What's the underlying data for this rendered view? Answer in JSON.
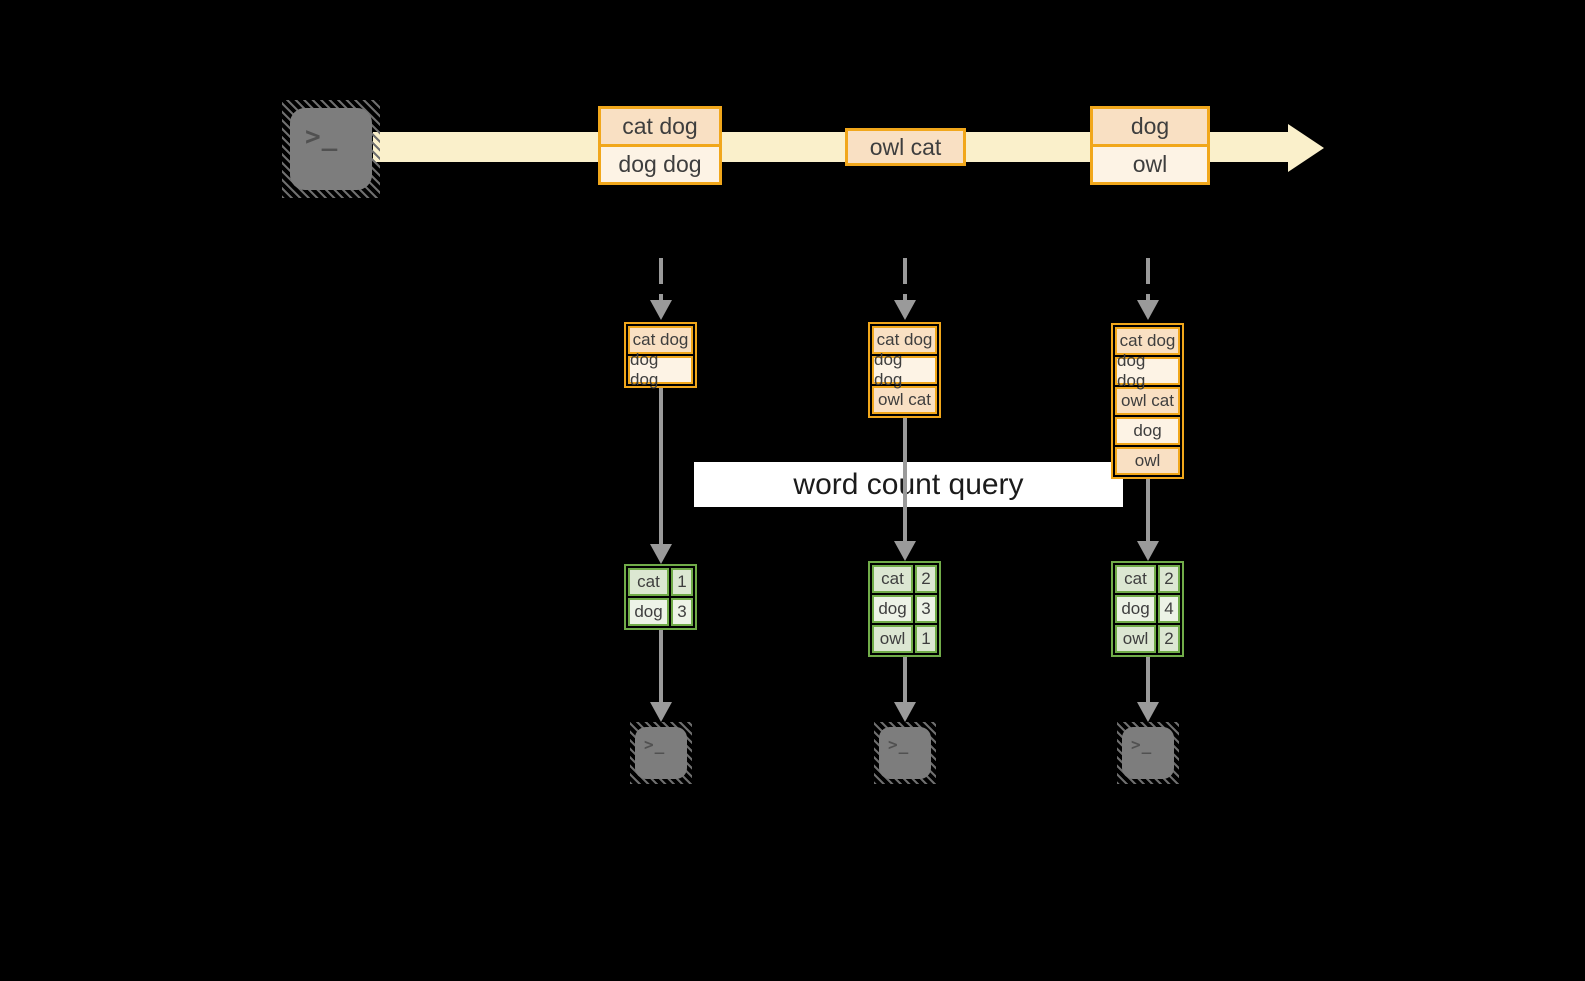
{
  "banner": {
    "label": "word count query"
  },
  "icons": {
    "terminal_prompt": ">_",
    "source_icon": "terminal-icon",
    "sink_icon": "terminal-icon",
    "flow_icons": [
      "dashed-down-arrow-icon",
      "down-arrow-icon",
      "right-arrow-icon"
    ]
  },
  "colors": {
    "background": "#000000",
    "stream_arrow": "#FAF0CB",
    "event_border": "#F1A71B",
    "event_fill_dark": "#F9E0C3",
    "event_fill_light": "#FDF3E5",
    "table_border": "#71AC49",
    "table_row_dark": "#DCE7D2",
    "table_row_light": "#EDF3E7",
    "gray_arrow": "#9A9A9A",
    "terminal_gray": "#7D7D7D",
    "banner_bg": "#FFFFFF",
    "text": "#3E3E3E"
  },
  "stream": {
    "events": [
      {
        "lines": [
          "cat dog",
          "dog dog"
        ]
      },
      {
        "lines": [
          "owl cat"
        ]
      },
      {
        "lines": [
          "dog",
          "owl"
        ]
      }
    ]
  },
  "pipelines": [
    {
      "buffer": [
        "cat dog",
        "dog dog"
      ],
      "counts": [
        {
          "word": "cat",
          "count": "1"
        },
        {
          "word": "dog",
          "count": "3"
        }
      ]
    },
    {
      "buffer": [
        "cat dog",
        "dog dog",
        "owl cat"
      ],
      "counts": [
        {
          "word": "cat",
          "count": "2"
        },
        {
          "word": "dog",
          "count": "3"
        },
        {
          "word": "owl",
          "count": "1"
        }
      ]
    },
    {
      "buffer": [
        "cat dog",
        "dog dog",
        "owl cat",
        "dog",
        "owl"
      ],
      "counts": [
        {
          "word": "cat",
          "count": "2"
        },
        {
          "word": "dog",
          "count": "4"
        },
        {
          "word": "owl",
          "count": "2"
        }
      ]
    }
  ]
}
